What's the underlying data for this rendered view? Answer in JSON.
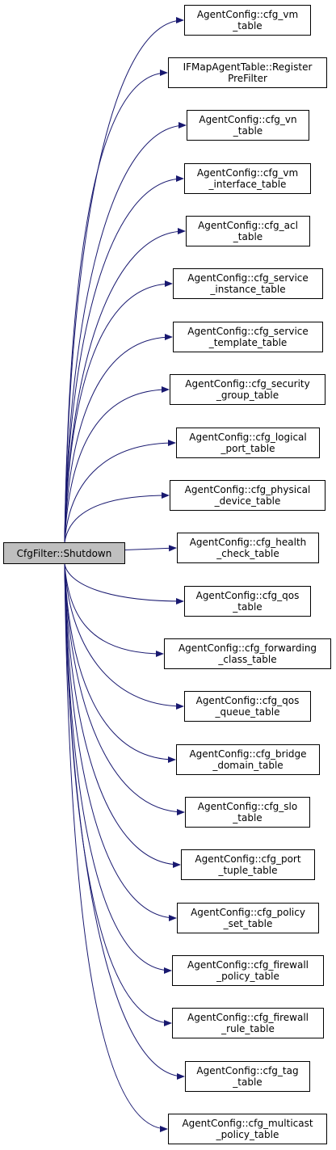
{
  "edge_color": "#191970",
  "root_fill": "#bfbfbf",
  "root": {
    "line1": "CfgFilter::Shutdown"
  },
  "targets": [
    {
      "line1": "AgentConfig::cfg_vm",
      "line2": "_table"
    },
    {
      "line1": "IFMapAgentTable::Register",
      "line2": "PreFilter"
    },
    {
      "line1": "AgentConfig::cfg_vn",
      "line2": "_table"
    },
    {
      "line1": "AgentConfig::cfg_vm",
      "line2": "_interface_table"
    },
    {
      "line1": "AgentConfig::cfg_acl",
      "line2": "_table"
    },
    {
      "line1": "AgentConfig::cfg_service",
      "line2": "_instance_table"
    },
    {
      "line1": "AgentConfig::cfg_service",
      "line2": "_template_table"
    },
    {
      "line1": "AgentConfig::cfg_security",
      "line2": "_group_table"
    },
    {
      "line1": "AgentConfig::cfg_logical",
      "line2": "_port_table"
    },
    {
      "line1": "AgentConfig::cfg_physical",
      "line2": "_device_table"
    },
    {
      "line1": "AgentConfig::cfg_health",
      "line2": "_check_table"
    },
    {
      "line1": "AgentConfig::cfg_qos",
      "line2": "_table"
    },
    {
      "line1": "AgentConfig::cfg_forwarding",
      "line2": "_class_table"
    },
    {
      "line1": "AgentConfig::cfg_qos",
      "line2": "_queue_table"
    },
    {
      "line1": "AgentConfig::cfg_bridge",
      "line2": "_domain_table"
    },
    {
      "line1": "AgentConfig::cfg_slo",
      "line2": "_table"
    },
    {
      "line1": "AgentConfig::cfg_port",
      "line2": "_tuple_table"
    },
    {
      "line1": "AgentConfig::cfg_policy",
      "line2": "_set_table"
    },
    {
      "line1": "AgentConfig::cfg_firewall",
      "line2": "_policy_table"
    },
    {
      "line1": "AgentConfig::cfg_firewall",
      "line2": "_rule_table"
    },
    {
      "line1": "AgentConfig::cfg_tag",
      "line2": "_table"
    },
    {
      "line1": "AgentConfig::cfg_multicast",
      "line2": "_policy_table"
    }
  ]
}
